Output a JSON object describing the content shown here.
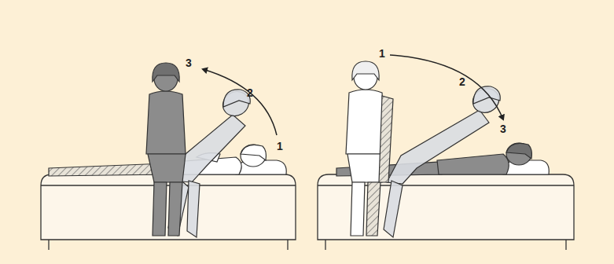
{
  "diagram": {
    "labels": [
      "3",
      "2",
      "1",
      "1",
      "2",
      "3"
    ]
  }
}
